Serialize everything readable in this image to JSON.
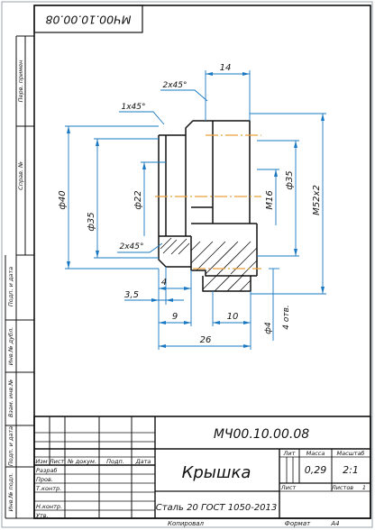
{
  "designation_rotated": "МЧ00.10.00.08",
  "designation": "МЧ00.10.00.08",
  "part_name": "Крышка",
  "material": "Сталь 20 ГОСТ 1050-2013",
  "side_margin_labels": [
    "Перв. примен",
    "Справ. №",
    "Подп. и дата",
    "Инв.№ дубл.",
    "Взам. инв.№",
    "Подп. и дата",
    "Инв.№ подл."
  ],
  "dimensions": {
    "top_width": "14",
    "chamfer_top": "2x45°",
    "chamfer_small": "1x45°",
    "dia_40": "ф40",
    "dia_35": "ф35",
    "dia_22": "ф22",
    "thread_m16": "М16",
    "dia_35_right": "ф35",
    "thread_m52": "М52х2",
    "chamfer_bottom": "2x45°",
    "dim_3_5": "3,5",
    "dim_4": "4",
    "dim_9": "9",
    "dim_10": "10",
    "dim_26": "26",
    "holes_dia": "ф4",
    "holes_count": "4 отв."
  },
  "title_block": {
    "headers": [
      "Изм",
      "Лист",
      "№ докум.",
      "Подп.",
      "Дата"
    ],
    "roles": [
      "Разраб",
      "Пров.",
      "Т.контр.",
      "",
      "Н.контр.",
      "Утв."
    ],
    "lit_label": "Лит",
    "mass_label": "Масса",
    "scale_label": "Масштаб",
    "mass_value": "0,29",
    "scale_value": "2:1",
    "sheet_label": "Лист",
    "sheets_label": "Листов",
    "sheets_value": "1"
  },
  "footer": {
    "copied": "Копировал",
    "format_label": "Формат",
    "format_value": "А4"
  },
  "colors": {
    "line": "#111111",
    "dimension": "#1a78c2",
    "axis": "#e8a13a",
    "background": "#ffffff"
  }
}
